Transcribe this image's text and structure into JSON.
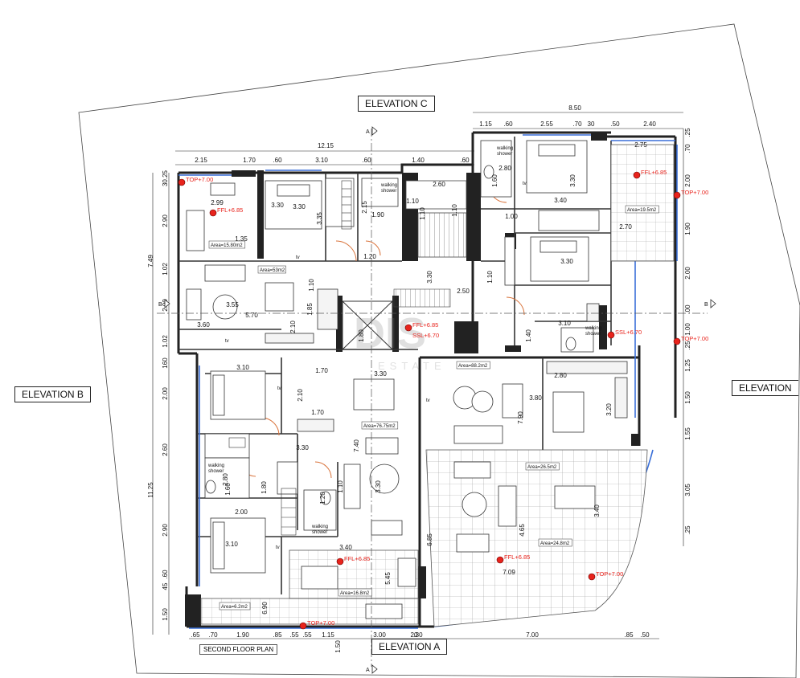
{
  "elevations": {
    "top": "ELEVATION C",
    "left": "ELEVATION B",
    "right": "ELEVATION",
    "bottom": "ELEVATION A"
  },
  "floor_label": "SECOND FLOOR PLAN",
  "section_marks": [
    "A",
    "A",
    "B",
    "B"
  ],
  "watermark": "DIS",
  "watermark_sub": "ESTATE",
  "dims": {
    "top_total_left": "12.15",
    "top_total_right": "8.50",
    "top_row_left": [
      "2.15",
      "1.70",
      ".60",
      "3.10",
      ".60",
      "1.40",
      ".60"
    ],
    "top_row_right": [
      "1.15",
      ".60",
      "2.55",
      ".70",
      "30",
      ".50",
      "2.40"
    ],
    "right_col": [
      ".25",
      ".70",
      "2.00",
      "1.90",
      "2.00",
      ".00",
      "1.00",
      ".25",
      "1.25",
      "1.50",
      "1.55",
      "3.05",
      ".25"
    ],
    "left_col": [
      "30.25",
      "2.90",
      "7.49",
      "1.02",
      "2.00",
      "1.02",
      "160",
      "2.00",
      "2.60",
      "11.25",
      "2.90",
      ".60",
      "45",
      "1.50"
    ],
    "bottom_row": [
      ".65",
      ".70",
      "1.90",
      ".85",
      ".55",
      ".55",
      "1.15",
      "3.00",
      ".30",
      "7.00",
      ".85",
      ".50"
    ],
    "bottom_misc": [
      "1.50",
      "20"
    ]
  },
  "inner_dims": [
    "3.30",
    "2.99",
    "3.30",
    "3.35",
    "2.15",
    "1.90",
    "1.20",
    "2.60",
    "1.10",
    "1.10",
    "1.10",
    "1.60",
    "2.80",
    "3.30",
    "3.40",
    "1.00",
    "2.75",
    "2.70",
    "3.30",
    "3.30",
    "1.10",
    "2.50",
    "3.60",
    "5.70",
    "3.55",
    "2.10",
    "1.85",
    "1.10",
    "1.80",
    "1.40",
    "3.10",
    "2.80",
    "3.80",
    "7.90",
    "3.20",
    "3.10",
    "3.30",
    "1.70",
    "2.10",
    "1.70",
    "7.40",
    "3.30",
    "3.30",
    "1.10",
    "1.60",
    "1.80",
    "1.20",
    "2.80",
    "2.00",
    "3.10",
    "3.40",
    "5.45",
    "3.40",
    "4.65",
    "6.85",
    "7.09",
    "6.90",
    "1.35"
  ],
  "areas": [
    "Area=15.80m2",
    "Area=53m2",
    "Area=19.5m2",
    "Area=88.2m2",
    "Area=76.75m2",
    "Area=26.5m2",
    "Area=24.8m2",
    "Area=16.8m2",
    "Area=6.2m2"
  ],
  "room_labels": [
    "walking shower",
    "walking shower",
    "walking shower",
    "walking shower",
    "walking shower"
  ],
  "level_markers": [
    {
      "label": "TOP+7.00"
    },
    {
      "label": "FFL+6.85"
    },
    {
      "label": "FFL+6.85"
    },
    {
      "label": "TOP+7.00"
    },
    {
      "label": "SSL+6.70"
    },
    {
      "label": "TOP+7.00"
    },
    {
      "label": "FFL+6.85"
    },
    {
      "label": "FFL+6.85"
    },
    {
      "label": "TOP+7.00"
    },
    {
      "label": "FFL+6.85"
    },
    {
      "label": "TOP+7.00"
    }
  ],
  "level_marker_extra": "SSL+6.70",
  "tv_label": "tv",
  "colors": {
    "wall": "#222222",
    "accent_red": "#e8231c",
    "glass_blue": "#3a6fd8",
    "door_orange": "#d9733b",
    "paving": "#8a8a8a"
  }
}
